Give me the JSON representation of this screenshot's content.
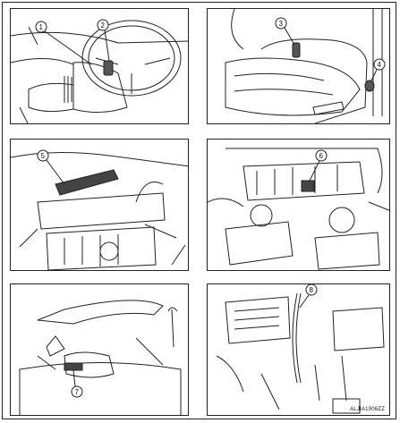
{
  "callouts": [
    "1",
    "2",
    "3",
    "4",
    "5",
    "6",
    "7",
    "8"
  ],
  "drawing_code": "ALJIA1906ZZ"
}
